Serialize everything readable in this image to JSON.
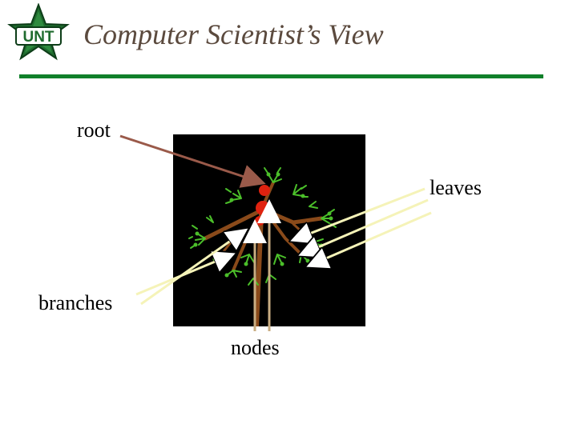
{
  "slide": {
    "title": "Computer Scientist’s View",
    "logo_text": "UNT",
    "accent_color": "#10802a",
    "title_color": "#5b4a3e"
  },
  "labels": {
    "root": "root",
    "leaves": "leaves",
    "branches": "branches",
    "nodes": "nodes"
  },
  "image": {
    "subject": "tree-illustration"
  }
}
